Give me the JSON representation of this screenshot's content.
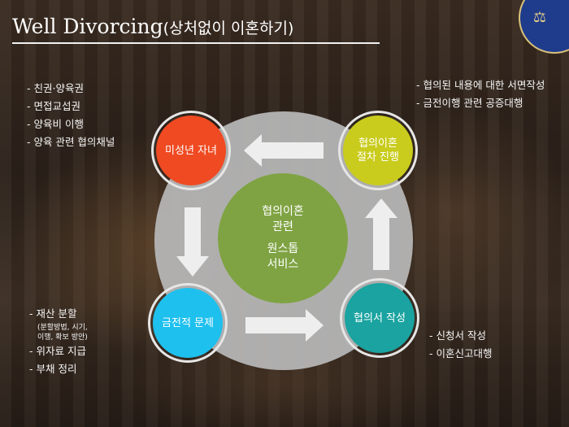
{
  "title": {
    "en": "Well Divorcing",
    "ko": "(상처없이 이혼하기)"
  },
  "center": {
    "line1": "협의이혼",
    "line2": "관련",
    "line3": "원스톱",
    "line4": "서비스"
  },
  "nodes": {
    "minor_children": {
      "label": "미성년 자녀",
      "color": "#ef4a22"
    },
    "procedure": {
      "line1": "협의이혼",
      "line2": "절차 진행",
      "color": "#c9cc1d"
    },
    "agreement": {
      "label": "협의서 작성",
      "color": "#1aa3a0"
    },
    "financial": {
      "label": "금전적 문제",
      "color": "#1ec0ee"
    }
  },
  "notes": {
    "top_left": [
      "- 친권·양육권",
      "- 면접교섭권",
      "- 양육비 이행",
      "- 양육 관련 협의채널"
    ],
    "top_right": [
      "- 협의된 내용에 대한 서면작성",
      "- 금전이행 관련 공증대행"
    ],
    "bottom_left": {
      "item1": "- 재산 분할",
      "item1_sub1": "(분할방법, 시기,",
      "item1_sub2": "이행, 확보 방안)",
      "item2": "- 위자료 지급",
      "item3": "- 부채 정리"
    },
    "bottom_right": [
      "- 신청서 작성",
      "- 이혼신고대행"
    ]
  }
}
